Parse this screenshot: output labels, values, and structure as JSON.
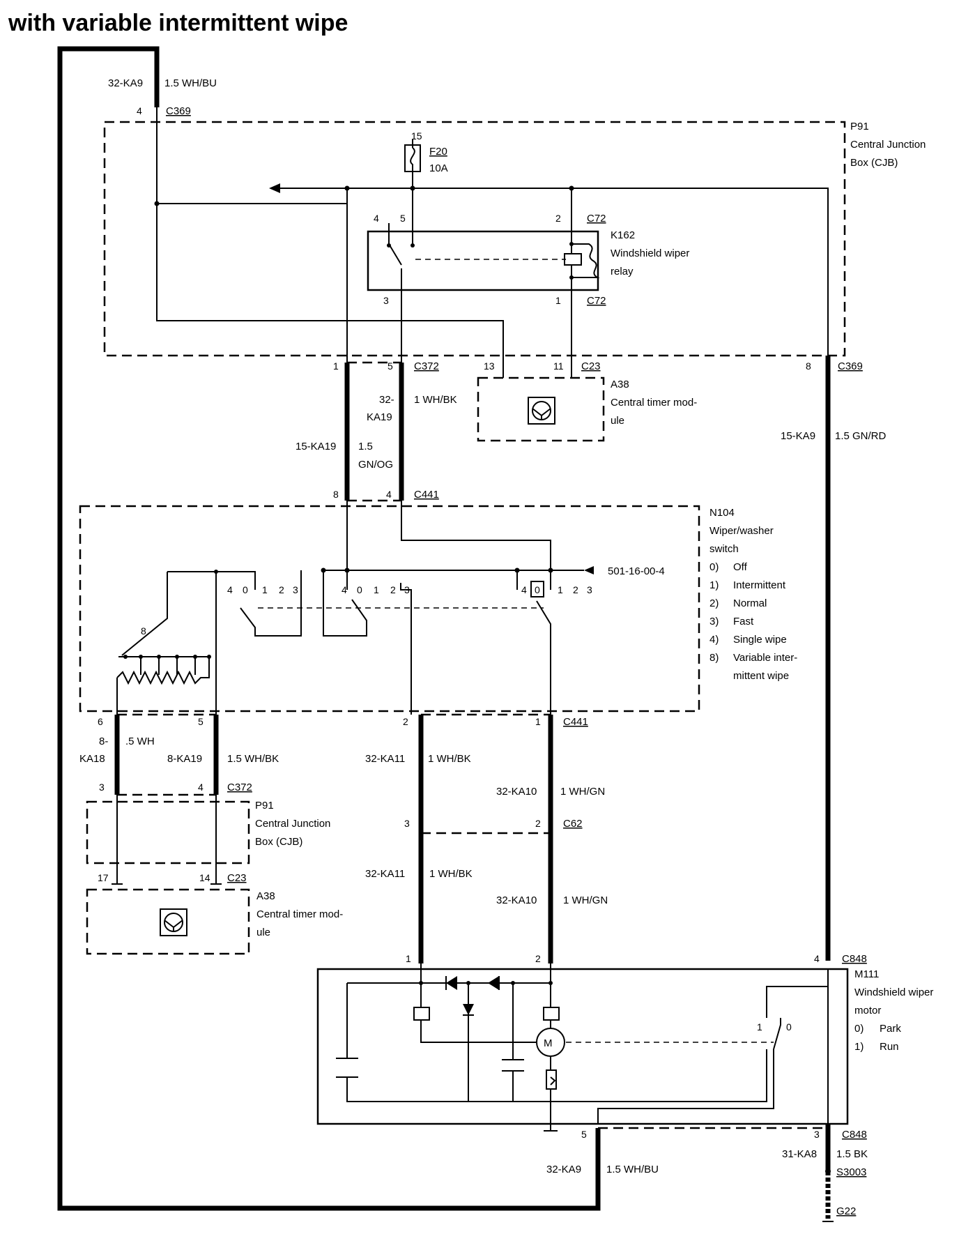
{
  "title": "with variable intermittent wipe",
  "wires": {
    "top_loop": {
      "id": "32-KA9",
      "spec": "1.5 WH/BU"
    },
    "bottom_loop": {
      "id": "32-KA9",
      "spec": "1.5 WH/BU"
    },
    "right_feed": {
      "id": "15-KA9",
      "spec": "1.5 GN/RD"
    },
    "mid_left": {
      "id": "15-KA19",
      "spec_a": "1.5",
      "spec_b": "GN/OG"
    },
    "mid_right": {
      "id_a": "32-",
      "id_b": "KA19",
      "spec": "1 WH/BK"
    },
    "w8ka18": {
      "id_a": "8-",
      "id_b": "KA18",
      "spec": ".5 WH"
    },
    "w8ka19": {
      "id": "8-KA19",
      "spec": "1.5 WH/BK"
    },
    "ka11_upper": {
      "id": "32-KA11",
      "spec": "1 WH/BK"
    },
    "ka10_upper": {
      "id": "32-KA10",
      "spec": "1 WH/GN"
    },
    "ka11_lower": {
      "id": "32-KA11",
      "spec": "1 WH/BK"
    },
    "ka10_lower": {
      "id": "32-KA10",
      "spec": "1 WH/GN"
    },
    "ground": {
      "id": "31-KA8",
      "spec": "1.5 BK"
    }
  },
  "connectors": {
    "c369_top": {
      "pin": "4",
      "name": "C369"
    },
    "c72_top": {
      "pin_a": "4",
      "pin_b": "5",
      "pin_c": "2",
      "name": "C72"
    },
    "c72_bottom": {
      "pin_a": "3",
      "pin_b": "1",
      "name": "C72"
    },
    "c372_top": {
      "pin_a": "1",
      "pin_b": "5",
      "name": "C372"
    },
    "c23_top": {
      "pin_a": "13",
      "pin_b": "11",
      "name": "C23"
    },
    "c369_right": {
      "pin": "8",
      "name": "C369"
    },
    "c441_top": {
      "pin_a": "8",
      "pin_b": "4",
      "name": "C441"
    },
    "c441_bottom": {
      "pin_a": "6",
      "pin_b": "5",
      "pin_c": "2",
      "pin_d": "1",
      "name": "C441"
    },
    "c372_bottom": {
      "pin_a": "3",
      "pin_b": "4",
      "name": "C372"
    },
    "c62": {
      "pin_a": "3",
      "pin_b": "2",
      "name": "C62"
    },
    "c23_bottom": {
      "pin_a": "17",
      "pin_b": "14",
      "name": "C23"
    },
    "c848_top": {
      "pin_a": "1",
      "pin_b": "2",
      "pin_c": "4",
      "name": "C848"
    },
    "c848_bottom": {
      "pin_a": "5",
      "pin_b": "3",
      "name": "C848"
    },
    "s3003": {
      "name": "S3003"
    },
    "g22": {
      "name": "G22"
    }
  },
  "fuse": {
    "pin": "15",
    "name": "F20",
    "rating": "10A"
  },
  "components": {
    "p91_top": {
      "code": "P91",
      "line1": "Central Junction",
      "line2": "Box (CJB)"
    },
    "k162": {
      "code": "K162",
      "line1": "Windshield wiper",
      "line2": "relay"
    },
    "a38_top": {
      "code": "A38",
      "line1": "Central timer mod-",
      "line2": "ule"
    },
    "n104": {
      "code": "N104",
      "line1": "Wiper/washer",
      "line2": "switch"
    },
    "p91_bottom": {
      "code": "P91",
      "line1": "Central Junction",
      "line2": "Box (CJB)"
    },
    "a38_bottom": {
      "code": "A38",
      "line1": "Central timer mod-",
      "line2": "ule"
    },
    "m111": {
      "code": "M111",
      "line1": "Windshield wiper",
      "line2": "motor"
    }
  },
  "switch_legend": [
    {
      "num": "0)",
      "text": "Off"
    },
    {
      "num": "1)",
      "text": "Intermittent"
    },
    {
      "num": "2)",
      "text": "Normal"
    },
    {
      "num": "3)",
      "text": "Fast"
    },
    {
      "num": "4)",
      "text": "Single wipe"
    },
    {
      "num": "8)",
      "text": "Variable inter-"
    },
    {
      "num": "",
      "text": "mittent wipe"
    }
  ],
  "motor_legend": [
    {
      "num": "0)",
      "text": "Park"
    },
    {
      "num": "1)",
      "text": "Run"
    }
  ],
  "reference": "501-16-00-4",
  "switch_positions": {
    "p4": "4",
    "p0": "0",
    "p1": "1",
    "p2": "2",
    "p3": "3",
    "p8": "8"
  },
  "motor_switch": {
    "p1": "1",
    "p0": "0"
  }
}
